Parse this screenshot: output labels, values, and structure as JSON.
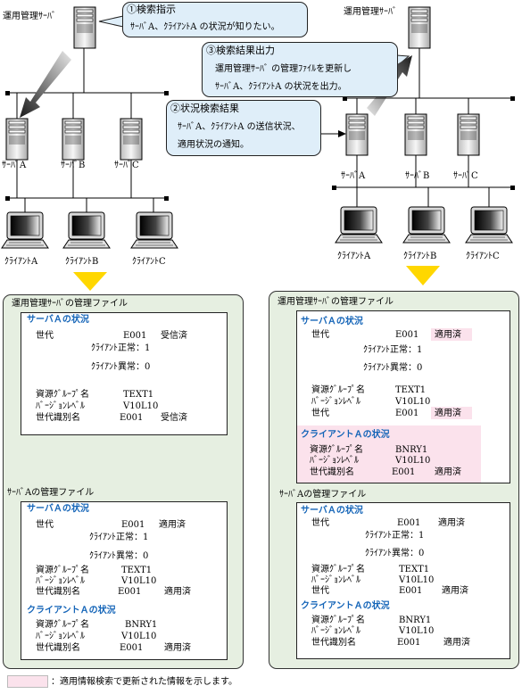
{
  "colors": {
    "callout_bg": "#dfeef9",
    "panel_bg": "#e6efe1",
    "highlight": "#fbe2ec",
    "section_title": "#1565b8",
    "down_arrow": "#ffd700"
  },
  "left": {
    "server_label": "運用管理ｻｰﾊﾞ",
    "servers": [
      "ｻｰﾊﾞA",
      "ｻｰﾊﾞB",
      "ｻｰﾊﾞC"
    ],
    "clients": [
      "ｸﾗｲｱﾝﾄA",
      "ｸﾗｲｱﾝﾄB",
      "ｸﾗｲｱﾝﾄC"
    ]
  },
  "right": {
    "server_label": "運用管理ｻｰﾊﾞ",
    "servers": [
      "ｻｰﾊﾞA",
      "ｻｰﾊﾞB",
      "ｻｰﾊﾞC"
    ],
    "clients": [
      "ｸﾗｲｱﾝﾄA",
      "ｸﾗｲｱﾝﾄB",
      "ｸﾗｲｱﾝﾄC"
    ]
  },
  "callouts": {
    "step1": {
      "title": "①検索指示",
      "lines": [
        "ｻｰﾊﾞA、ｸﾗｲｱﾝﾄA の状況が知りたい。"
      ]
    },
    "step3": {
      "title": "③検索結果出力",
      "lines": [
        "運用管理ｻｰﾊﾞ の管理ﾌｧｲﾙを更新し",
        "ｻｰﾊﾞA、ｸﾗｲｱﾝﾄA の状況を出力。"
      ]
    },
    "step2": {
      "title": "②状況検索結果",
      "lines": [
        "ｻｰﾊﾞA、ｸﾗｲｱﾝﾄA の送信状況、",
        "適用状況の通知。"
      ]
    }
  },
  "panels": {
    "left": {
      "mgmt_title": "運用管理ｻｰﾊﾞの管理ファイル",
      "mgmt_box": {
        "section": "サーバＡの状況",
        "gen_label": "世代",
        "gen_value": "E001",
        "gen_status": "受信済",
        "client_ok": "ｸﾗｲｱﾝﾄ正常：1",
        "client_ng": "ｸﾗｲｱﾝﾄ異常：0",
        "rg_label": "資源ｸﾞﾙｰﾌﾟ名",
        "rg_value": "TEXT1",
        "ver_label": "ﾊﾞｰｼﾞｮﾝﾚﾍﾞﾙ",
        "ver_value": "V10L10",
        "id_label": "世代識別名",
        "id_value": "E001",
        "id_status": "受信済"
      },
      "serverA_title": "ｻｰﾊﾞAの管理ファイル",
      "serverA_box": {
        "section": "サーバＡの状況",
        "gen_label": "世代",
        "gen_value": "E001",
        "gen_status": "適用済",
        "client_ok": "ｸﾗｲｱﾝﾄ正常：1",
        "client_ng": "ｸﾗｲｱﾝﾄ異常：0",
        "rg_label": "資源ｸﾞﾙｰﾌﾟ名",
        "rg_value": "TEXT1",
        "ver_label": "ﾊﾞｰｼﾞｮﾝﾚﾍﾞﾙ",
        "ver_value": "V10L10",
        "id_label": "世代識別名",
        "id_value": "E001",
        "id_status": "適用済",
        "client_section": "クライアントＡの状況",
        "c_rg_label": "資源ｸﾞﾙｰﾌﾟ名",
        "c_rg_value": "BNRY1",
        "c_ver_label": "ﾊﾞｰｼﾞｮﾝﾚﾍﾞﾙ",
        "c_ver_value": "V10L10",
        "c_id_label": "世代識別名",
        "c_id_value": "E001",
        "c_id_status": "適用済"
      }
    },
    "right": {
      "mgmt_title": "運用管理ｻｰﾊﾞの管理ファイル",
      "mgmt_box": {
        "section": "サーバＡの状況",
        "gen_label": "世代",
        "gen_value": "E001",
        "gen_status": "適用済",
        "client_ok": "ｸﾗｲｱﾝﾄ正常：1",
        "client_ng": "ｸﾗｲｱﾝﾄ異常：0",
        "rg_label": "資源ｸﾞﾙｰﾌﾟ名",
        "rg_value": "TEXT1",
        "ver_label": "ﾊﾞｰｼﾞｮﾝﾚﾍﾞﾙ",
        "ver_value": "V10L10",
        "id_label": "世代",
        "id_value": "E001",
        "id_status": "適用済",
        "client_section": "クライアントＡの状況",
        "c_rg_label": "資源ｸﾞﾙｰﾌﾟ名",
        "c_rg_value": "BNRY1",
        "c_ver_label": "ﾊﾞｰｼﾞｮﾝﾚﾍﾞﾙ",
        "c_ver_value": "V10L10",
        "c_id_label": "世代識別名",
        "c_id_value": "E001",
        "c_id_status": "適用済"
      },
      "serverA_title": "ｻｰﾊﾞAの管理ファイル",
      "serverA_box": {
        "section": "サーバＡの状況",
        "gen_label": "世代",
        "gen_value": "E001",
        "gen_status": "適用済",
        "client_ok": "ｸﾗｲｱﾝﾄ正常：1",
        "client_ng": "ｸﾗｲｱﾝﾄ異常：0",
        "rg_label": "資源ｸﾞﾙｰﾌﾟ名",
        "rg_value": "TEXT1",
        "ver_label": "ﾊﾞｰｼﾞｮﾝﾚﾍﾞﾙ",
        "ver_value": "V10L10",
        "id_label": "世代",
        "id_value": "E001",
        "id_status": "適用済",
        "client_section": "クライアントＡの状況",
        "c_rg_label": "資源ｸﾞﾙｰﾌﾟ名",
        "c_rg_value": "BNRY1",
        "c_ver_label": "ﾊﾞｰｼﾞｮﾝﾚﾍﾞﾙ",
        "c_ver_value": "V10L10",
        "c_id_label": "世代識別名",
        "c_id_value": "E001",
        "c_id_status": "適用済"
      }
    }
  },
  "legend": {
    "text": "：適用情報検索で更新された情報を示します。"
  }
}
